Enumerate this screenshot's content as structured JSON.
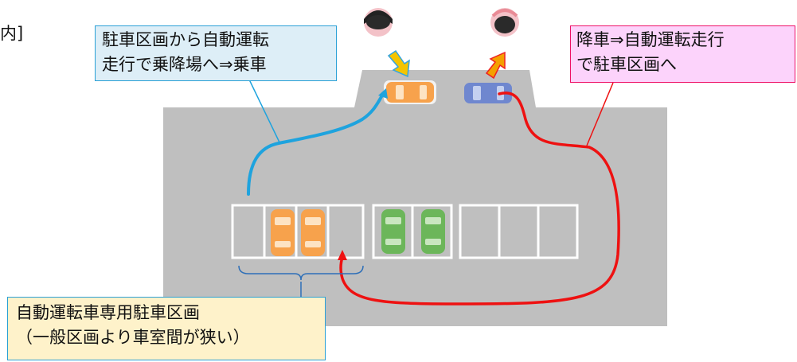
{
  "header_fragment": "内]",
  "callouts": {
    "pickup": {
      "line1": "駐車区画から自動運転",
      "line2": "走行で乗降場へ⇒乗車",
      "fill": "#ddeef7"
    },
    "dropoff": {
      "line1": "降車⇒自動運転走行",
      "line2": "で駐車区画へ",
      "fill": "#fcd3fb"
    },
    "parking": {
      "line1": "自動運転車専用駐車区画",
      "line2": "（一般区画より車室間が狭い）",
      "fill": "#fef2ca"
    }
  },
  "colors": {
    "lot": "#bfbfbf",
    "stall_line": "#ffffff",
    "route_pickup": "#1ea3de",
    "route_dropoff": "#ee1111",
    "car_orange": "#f7a24c",
    "car_green": "#6cb65a",
    "car_blue": "#6f87cf",
    "brace": "#2e6fb8"
  },
  "icons": [
    "person-head-icon",
    "car-icon",
    "arrow-icon"
  ]
}
